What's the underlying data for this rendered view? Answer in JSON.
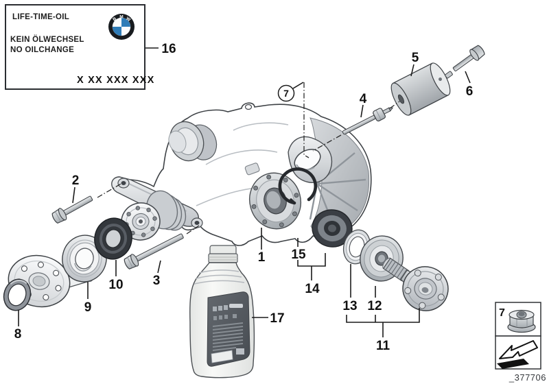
{
  "figure": {
    "doc_number": "_377706"
  },
  "info_label": {
    "line1": "LIFE-TIME-OIL",
    "line2": "KEIN ÖLWECHSEL",
    "line3": "NO OILCHANGE",
    "part_code": "X XX XXX XXX",
    "logo_letters": [
      "B",
      "M",
      "W"
    ]
  },
  "callouts": {
    "c1": "1",
    "c2": "2",
    "c3": "3",
    "c4": "4",
    "c5": "5",
    "c6": "6",
    "c7": "7",
    "c8": "8",
    "c9": "9",
    "c10": "10",
    "c11": "11",
    "c12": "12",
    "c13": "13",
    "c14": "14",
    "c15": "15",
    "c16": "16",
    "c17": "17"
  },
  "inset": {
    "part_number": "7",
    "icons": [
      "flange-nut-icon",
      "install-direction-arrow-icon"
    ]
  },
  "colors": {
    "bmw_blue": "#2e7cb8",
    "outline": "#3d4145",
    "leader_line": "#1a1a1a",
    "metal_light": "#eef0f1",
    "metal_mid": "#c2c6ca",
    "metal_dark": "#8e939a",
    "seal_dark": "#33373c",
    "bottle_label": "#565b61"
  }
}
